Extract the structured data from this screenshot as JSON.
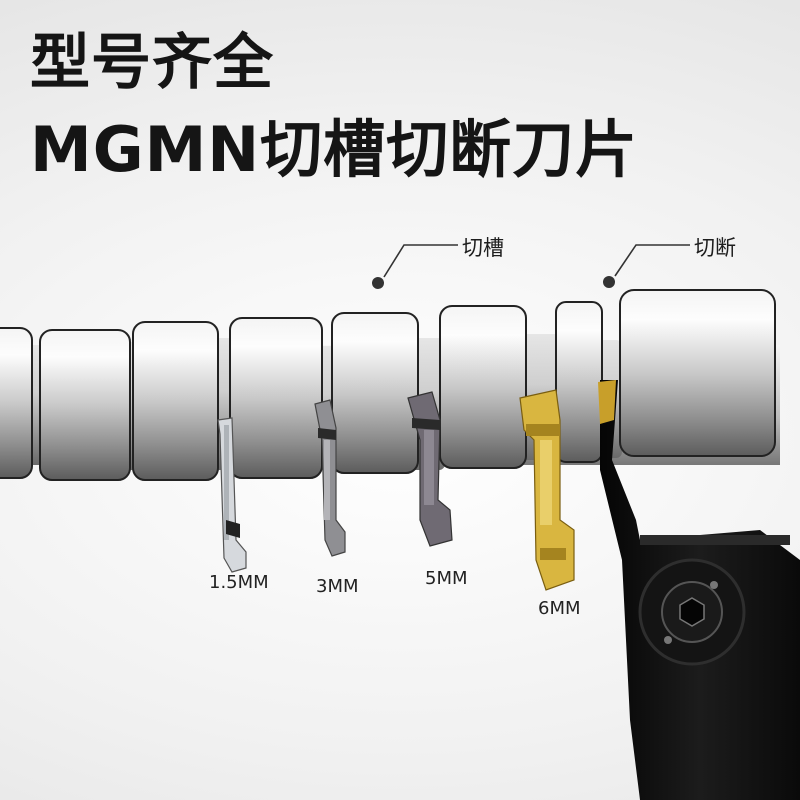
{
  "headline": {
    "line1": "型号齐全",
    "line2": "MGMN切槽切断刀片"
  },
  "callouts": {
    "grooving": "切槽",
    "parting": "切断"
  },
  "inserts": [
    {
      "size": "1.5MM",
      "color": "#cfd3d8"
    },
    {
      "size": "3MM",
      "color": "#8f8f93"
    },
    {
      "size": "5MM",
      "color": "#6f6a73"
    },
    {
      "size": "6MM",
      "color": "#d9b640"
    }
  ],
  "colors": {
    "holder": "#0d0d0d",
    "gold_insert": "#d9b640",
    "text": "#151515"
  }
}
